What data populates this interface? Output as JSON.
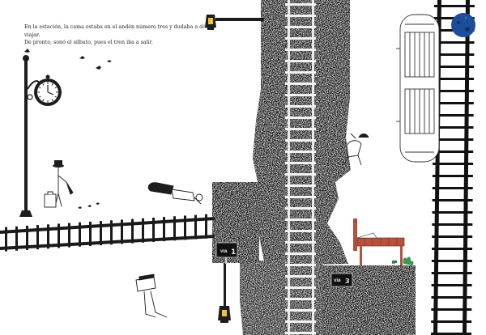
{
  "story": {
    "line1": "En la estación, la cama estaba en el andén número tres y dudaba a dónde viajar.",
    "line2": "De pronto, sonó el silbato, pues el tren iba a salir."
  },
  "platform_signs": [
    {
      "word": "VÍA",
      "number": "1"
    },
    {
      "word": "VÍA",
      "number": "3"
    }
  ],
  "icons": [
    "station-clock-icon",
    "lamp-post-icon",
    "bird-icon",
    "suitcase-icon",
    "umbrella-icon",
    "train-carriage-icon",
    "blue-moon-icon",
    "bed-icon",
    "hanging-lamp-icon"
  ],
  "colors": {
    "ink": "#1d1d1d",
    "lamp_yellow": "#f3c22e",
    "bed_red": "#b5513e",
    "moon_blue": "#1c4d9a",
    "plant_green": "#3b9a52",
    "paper": "#ffffff"
  }
}
